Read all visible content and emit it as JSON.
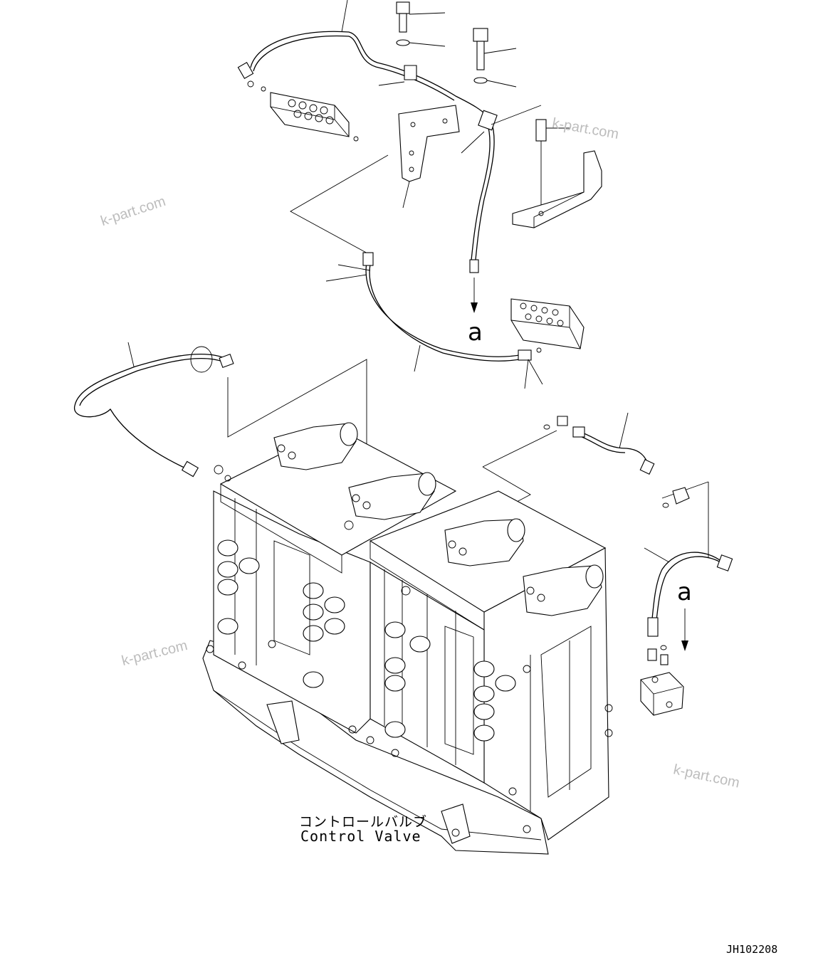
{
  "drawing_id": "JH102208",
  "caption": {
    "japanese": "コントロールバルブ",
    "english": "Control Valve"
  },
  "callouts": [
    "a",
    "a"
  ],
  "watermarks": [
    "k-part.com",
    "k-part.com",
    "k-part.com",
    "k-part.com"
  ]
}
